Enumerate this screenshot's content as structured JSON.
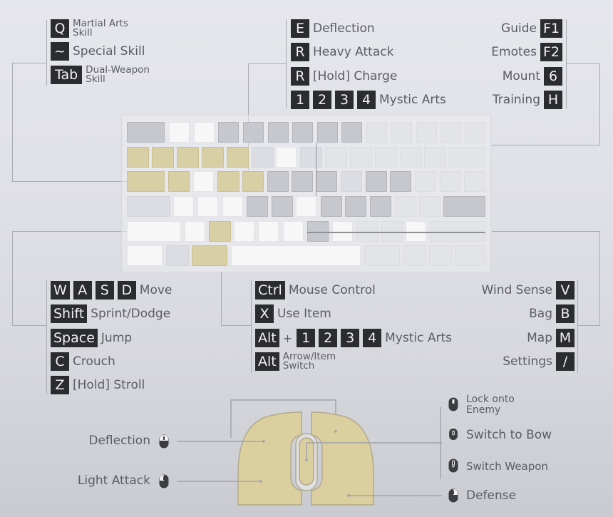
{
  "top_left": [
    {
      "keys": [
        "Q"
      ],
      "label_line1": "Martial Arts",
      "label_line2": "Skill"
    },
    {
      "keys": [
        "~"
      ],
      "label": "Special Skill"
    },
    {
      "keys": [
        "Tab"
      ],
      "label_line1": "Dual-Weapon",
      "label_line2": "Skill"
    }
  ],
  "top_center": [
    {
      "keys": [
        "E"
      ],
      "label": "Deflection"
    },
    {
      "keys": [
        "R"
      ],
      "label": "Heavy Attack"
    },
    {
      "keys": [
        "R"
      ],
      "label": "[Hold] Charge"
    },
    {
      "keys": [
        "1",
        "2",
        "3",
        "4"
      ],
      "label": "Mystic Arts"
    }
  ],
  "top_right": [
    {
      "keys": [
        "F1"
      ],
      "label": "Guide"
    },
    {
      "keys": [
        "F2"
      ],
      "label": "Emotes"
    },
    {
      "keys": [
        "6"
      ],
      "label": "Mount"
    },
    {
      "keys": [
        "H"
      ],
      "label": "Training"
    }
  ],
  "bottom_left": [
    {
      "keys": [
        "W",
        "A",
        "S",
        "D"
      ],
      "label": "Move"
    },
    {
      "keys": [
        "Shift"
      ],
      "label": "Sprint/Dodge"
    },
    {
      "keys": [
        "Space"
      ],
      "label": "Jump"
    },
    {
      "keys": [
        "C"
      ],
      "label": "Crouch"
    },
    {
      "keys": [
        "Z"
      ],
      "label": "[Hold] Stroll"
    }
  ],
  "bottom_center": [
    {
      "keys": [
        "Ctrl"
      ],
      "label": "Mouse Control"
    },
    {
      "keys": [
        "X"
      ],
      "label": "Use Item"
    },
    {
      "keys": [
        "Alt"
      ],
      "plus": "+",
      "keys2": [
        "1",
        "2",
        "3",
        "4"
      ],
      "label": "Mystic Arts"
    },
    {
      "keys": [
        "Alt"
      ],
      "label_line1": "Arrow/Item",
      "label_line2": "Switch"
    }
  ],
  "bottom_right": [
    {
      "keys": [
        "V"
      ],
      "label": "Wind Sense"
    },
    {
      "keys": [
        "B"
      ],
      "label": "Bag"
    },
    {
      "keys": [
        "M"
      ],
      "label": "Map"
    },
    {
      "keys": [
        "/"
      ],
      "label": "Settings"
    }
  ],
  "mouse": {
    "left_labels": [
      {
        "label": "Deflection",
        "icon": "mouse-both-click-icon"
      },
      {
        "label": "Light Attack",
        "icon": "mouse-left-click-icon"
      }
    ],
    "right_labels": [
      {
        "label_line1": "Lock onto",
        "label_line2": "Enemy",
        "icon": "mouse-middle-click-icon"
      },
      {
        "label": "Switch to Bow",
        "icon": "mouse-scroll-up-icon"
      },
      {
        "label": "Switch Weapon",
        "icon": "mouse-scroll-down-icon"
      },
      {
        "label": "Defense",
        "icon": "mouse-right-click-icon"
      }
    ]
  },
  "colors": {
    "key_bg": "#2b2c30",
    "highlight_tan": "#d9cfa5",
    "highlight_white": "#f7f7f8",
    "background": "#e2e3e8"
  }
}
